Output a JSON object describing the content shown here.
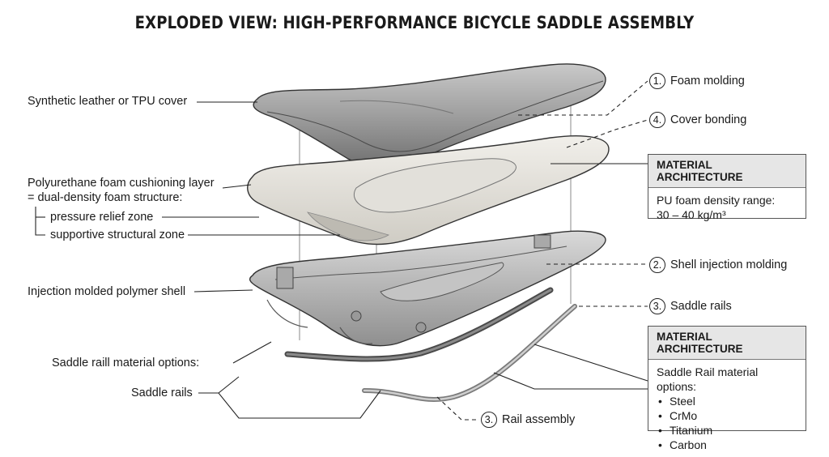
{
  "title": "EXPLODED VIEW: HIGH-PERFORMANCE BICYCLE SADDLE ASSEMBLY",
  "left_labels": {
    "cover": "Synthetic leather or TPU cover",
    "foam_line1": "Polyurethane foam cushioning layer",
    "foam_line2": "= dual-density foam structure:",
    "relief_zone": "pressure relief zone",
    "support_zone": "supportive structural zone",
    "shell": "Injection molded polymer shell",
    "rail_options": "Saddle raill material options:",
    "rails": "Saddle rails"
  },
  "steps": {
    "foam_molding": {
      "num": "1.",
      "label": "Foam molding"
    },
    "cover_bonding": {
      "num": "4.",
      "label": "Cover bonding"
    },
    "shell_molding": {
      "num": "2.",
      "label": "Shell injection molding"
    },
    "saddle_rails": {
      "num": "3.",
      "label": "Saddle rails"
    },
    "rail_assembly": {
      "num": "3.",
      "label": "Rail assembly"
    }
  },
  "foam_box": {
    "heading": "MATERIAL ARCHITECTURE",
    "line1": "PU foam density range:",
    "line2": "30 – 40 kg/m³"
  },
  "rail_box": {
    "heading": "MATERIAL ARCHITECTURE",
    "intro": "Saddle Rail material options:",
    "options": [
      "Steel",
      "CrMo",
      "Titanium",
      "Carbon"
    ]
  }
}
